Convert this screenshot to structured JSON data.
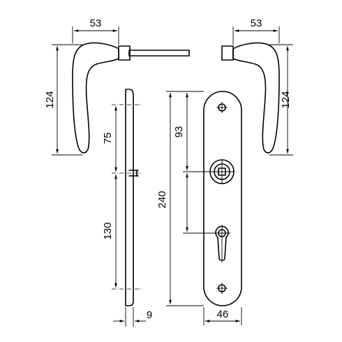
{
  "dimensions": {
    "left_handle_width": "53",
    "left_handle_height": "124",
    "right_handle_width": "53",
    "right_handle_height": "124",
    "plate_upper_spacing": "75",
    "plate_lower_spacing": "130",
    "plate_thickness": "9",
    "plate_total_length": "240",
    "plate_handle_to_cylinder": "93",
    "plate_width": "46"
  }
}
